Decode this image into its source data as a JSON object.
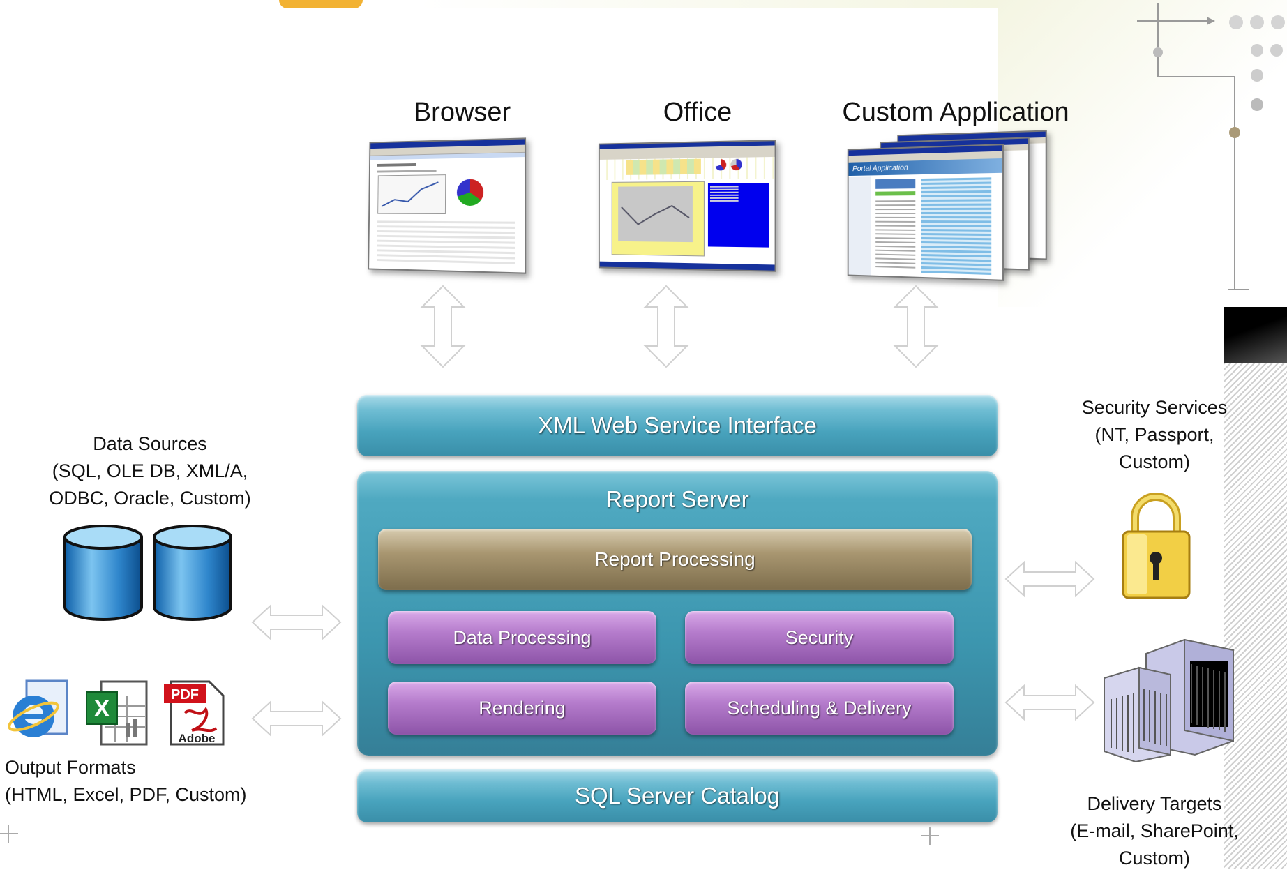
{
  "clients": {
    "browser": "Browser",
    "office": "Office",
    "custom": "Custom Application",
    "portal_title": "Portal Application"
  },
  "server_stack": {
    "xml_interface": "XML Web Service Interface",
    "report_server": "Report Server",
    "report_processing": "Report Processing",
    "data_processing": "Data Processing",
    "security": "Security",
    "rendering": "Rendering",
    "scheduling": "Scheduling & Delivery",
    "catalog": "SQL Server Catalog"
  },
  "data_sources": {
    "line1": "Data Sources",
    "line2": "(SQL, OLE DB, XML/A,",
    "line3": "ODBC, Oracle, Custom)"
  },
  "output_formats": {
    "line1": "Output Formats",
    "line2": "(HTML, Excel, PDF, Custom)",
    "pdf_badge": "PDF",
    "adobe_text": "Adobe"
  },
  "security_services": {
    "line1": "Security Services",
    "line2": "(NT, Passport,",
    "line3": "Custom)"
  },
  "delivery_targets": {
    "line1": "Delivery Targets",
    "line2": "(E-mail, SharePoint,",
    "line3": "Custom)"
  },
  "colors": {
    "service_bar": "#48a3bd",
    "report_processing": "#a89670",
    "component": "#b57ccc",
    "database": "#3b8fd0"
  }
}
